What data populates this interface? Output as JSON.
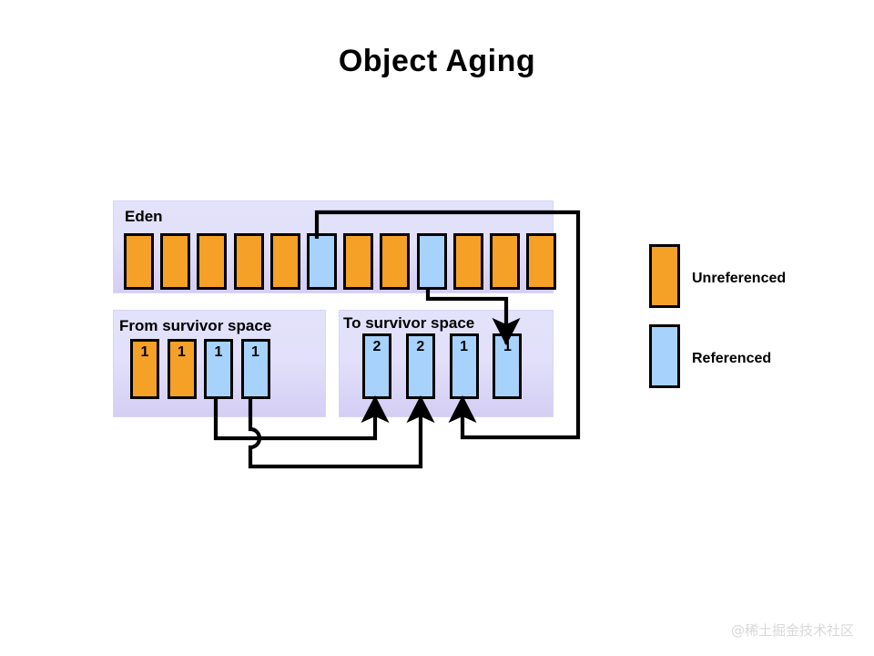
{
  "title": "Object Aging",
  "colors": {
    "unreferenced": "#f5a026",
    "referenced": "#a7d2fb",
    "panel_top": "#e3e2fb",
    "panel_bottom": "#d4cef4",
    "outline": "#000000",
    "watermark": "#d8d8d8"
  },
  "regions": {
    "eden": {
      "label": "Eden",
      "blocks": [
        {
          "value": "",
          "state": "unreferenced"
        },
        {
          "value": "",
          "state": "unreferenced"
        },
        {
          "value": "",
          "state": "unreferenced"
        },
        {
          "value": "",
          "state": "unreferenced"
        },
        {
          "value": "",
          "state": "unreferenced"
        },
        {
          "value": "",
          "state": "referenced"
        },
        {
          "value": "",
          "state": "unreferenced"
        },
        {
          "value": "",
          "state": "unreferenced"
        },
        {
          "value": "",
          "state": "referenced"
        },
        {
          "value": "",
          "state": "unreferenced"
        },
        {
          "value": "",
          "state": "unreferenced"
        },
        {
          "value": "",
          "state": "unreferenced"
        }
      ]
    },
    "from_survivor": {
      "label": "From survivor  space",
      "blocks": [
        {
          "value": "1",
          "state": "unreferenced"
        },
        {
          "value": "1",
          "state": "unreferenced"
        },
        {
          "value": "1",
          "state": "referenced"
        },
        {
          "value": "1",
          "state": "referenced"
        }
      ]
    },
    "to_survivor": {
      "label": "To survivor  space",
      "blocks": [
        {
          "value": "2",
          "state": "referenced"
        },
        {
          "value": "2",
          "state": "referenced"
        },
        {
          "value": "1",
          "state": "referenced"
        },
        {
          "value": "1",
          "state": "referenced"
        }
      ]
    }
  },
  "legend": {
    "items": [
      {
        "label": "Unreferenced",
        "state": "unreferenced"
      },
      {
        "label": "Referenced",
        "state": "referenced"
      }
    ]
  },
  "watermark": "@稀土掘金技术社区"
}
